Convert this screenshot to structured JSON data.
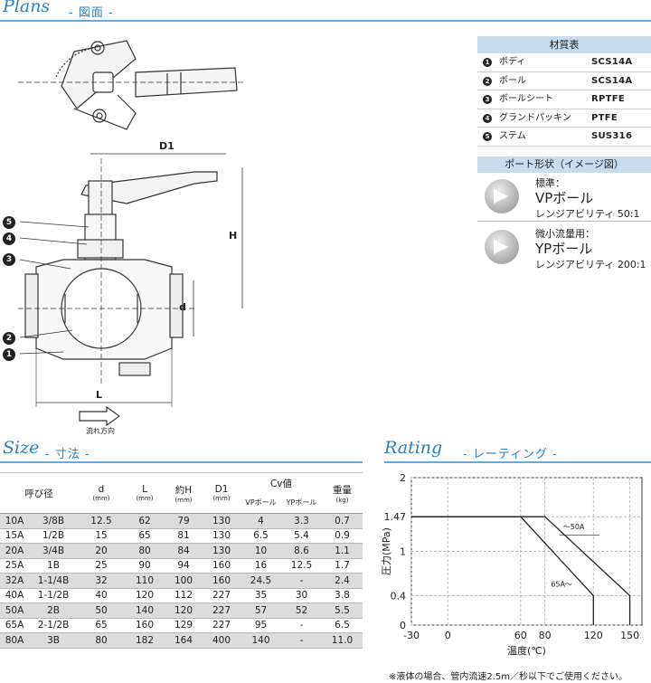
{
  "plans": {
    "title": "Plans",
    "subtitle": "- 図面 -"
  },
  "materials": {
    "header": "材質表",
    "rows": [
      {
        "num": "1",
        "name": "ボディ",
        "value": "SCS14A"
      },
      {
        "num": "2",
        "name": "ボール",
        "value": "SCS14A"
      },
      {
        "num": "3",
        "name": "ボールシート",
        "value": "RPTFE"
      },
      {
        "num": "4",
        "name": "グランドパッキン",
        "value": "PTFE"
      },
      {
        "num": "5",
        "name": "ステム",
        "value": "SUS316"
      }
    ]
  },
  "port": {
    "header": "ポート形状（イメージ図）",
    "items": [
      {
        "label": "標準：",
        "name": "VPボール",
        "range": "レンジアビリティ 50:1"
      },
      {
        "label": "微小流量用：",
        "name": "YPボール",
        "range": "レンジアビリティ 200:1"
      }
    ]
  },
  "drawing": {
    "d1": "D1",
    "h": "H",
    "d": "d",
    "l": "L",
    "flow": "流れ方向",
    "markers": [
      "5",
      "4",
      "3",
      "2",
      "1"
    ]
  },
  "size": {
    "title": "Size",
    "subtitle": "- 寸法 -",
    "headers": {
      "nominal": "呼び径",
      "d": "d",
      "d_unit": "(mm)",
      "l": "L",
      "l_unit": "(mm)",
      "h": "約H",
      "h_unit": "(mm)",
      "d1": "D1",
      "d1_unit": "(mm)",
      "cv": "Cv値",
      "cv_vp": "VPボール",
      "cv_yp": "YPボール",
      "weight": "重量",
      "weight_unit": "(kg)"
    },
    "rows": [
      [
        "10A",
        "3/8B",
        "12.5",
        "62",
        "79",
        "130",
        "4",
        "3.3",
        "0.7"
      ],
      [
        "15A",
        "1/2B",
        "15",
        "65",
        "81",
        "130",
        "6.5",
        "5.4",
        "0.9"
      ],
      [
        "20A",
        "3/4B",
        "20",
        "80",
        "84",
        "130",
        "10",
        "8.6",
        "1.1"
      ],
      [
        "25A",
        "1B",
        "25",
        "90",
        "94",
        "160",
        "16",
        "12.5",
        "1.7"
      ],
      [
        "32A",
        "1-1/4B",
        "32",
        "110",
        "100",
        "160",
        "24.5",
        "-",
        "2.4"
      ],
      [
        "40A",
        "1-1/2B",
        "40",
        "120",
        "112",
        "227",
        "35",
        "30",
        "3.8"
      ],
      [
        "50A",
        "2B",
        "50",
        "140",
        "120",
        "227",
        "57",
        "52",
        "5.5"
      ],
      [
        "65A",
        "2-1/2B",
        "65",
        "160",
        "129",
        "227",
        "95",
        "-",
        "6.5"
      ],
      [
        "80A",
        "3B",
        "80",
        "182",
        "164",
        "400",
        "140",
        "-",
        "11.0"
      ]
    ]
  },
  "rating": {
    "title": "Rating",
    "subtitle": "- レーティング -"
  },
  "chart_data": {
    "type": "line",
    "xlabel": "温度(℃)",
    "ylabel": "圧力(MPa)",
    "xlim": [
      -30,
      160
    ],
    "ylim": [
      0,
      2
    ],
    "xticks": [
      "-30",
      "0",
      "60",
      "80",
      "120",
      "150"
    ],
    "yticks": [
      "0",
      "0.4",
      "1",
      "1.47",
      "2"
    ],
    "grid": true,
    "series": [
      {
        "name": "～50A",
        "x": [
          -30,
          80,
          150,
          150
        ],
        "y": [
          1.47,
          1.47,
          0.4,
          0
        ]
      },
      {
        "name": "65A～",
        "x": [
          -30,
          60,
          120,
          120
        ],
        "y": [
          1.47,
          1.47,
          0.4,
          0
        ]
      }
    ]
  },
  "footnote": "※液体の場合、管内流速2.5m／秒以下でご使用ください。"
}
